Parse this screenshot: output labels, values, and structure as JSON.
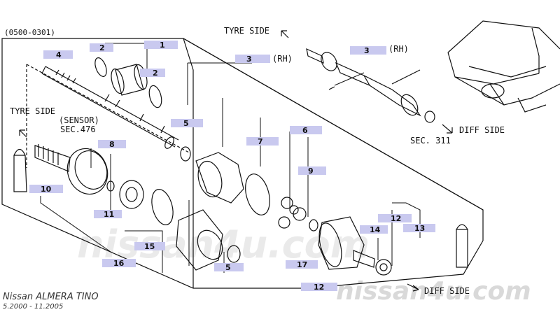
{
  "diagram": {
    "code": "(0500-0301)",
    "captions": {
      "tyre_side_top": "TYRE SIDE",
      "tyre_side_left": "TYRE SIDE",
      "sensor": "(SENSOR)",
      "sec476": "SEC.476",
      "rh_main": "(RH)",
      "rh_inset": "(RH)",
      "diff_side_right": "DIFF SIDE",
      "diff_side_bottom": "DIFF SIDE",
      "sec311": "SEC. 311"
    },
    "callouts": [
      {
        "id": "c1",
        "label": "1"
      },
      {
        "id": "c2a",
        "label": "2"
      },
      {
        "id": "c2b",
        "label": "2"
      },
      {
        "id": "c3",
        "label": "3"
      },
      {
        "id": "c3i",
        "label": "3"
      },
      {
        "id": "c4",
        "label": "4"
      },
      {
        "id": "c5a",
        "label": "5"
      },
      {
        "id": "c5b",
        "label": "5"
      },
      {
        "id": "c6",
        "label": "6"
      },
      {
        "id": "c7",
        "label": "7"
      },
      {
        "id": "c8",
        "label": "8"
      },
      {
        "id": "c9",
        "label": "9"
      },
      {
        "id": "c10",
        "label": "10"
      },
      {
        "id": "c11",
        "label": "11"
      },
      {
        "id": "c12a",
        "label": "12"
      },
      {
        "id": "c12b",
        "label": "12"
      },
      {
        "id": "c13",
        "label": "13"
      },
      {
        "id": "c14",
        "label": "14"
      },
      {
        "id": "c15",
        "label": "15"
      },
      {
        "id": "c16",
        "label": "16"
      },
      {
        "id": "c17",
        "label": "17"
      }
    ],
    "watermark": "nissan4u.com",
    "footer": {
      "model": "Nissan ALMERA TINO",
      "dates": "5.2000 - 11.2005"
    }
  }
}
